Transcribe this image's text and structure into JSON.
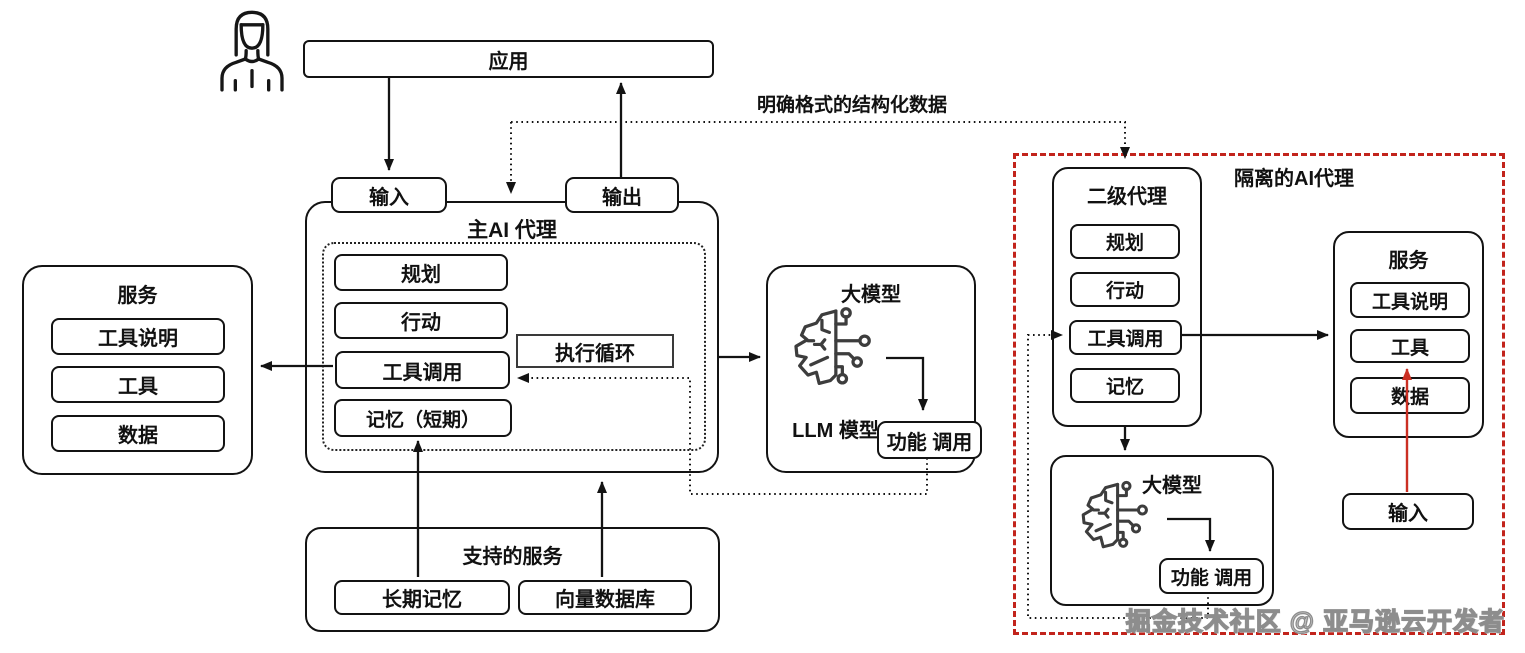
{
  "top": {
    "app": "应用",
    "input": "输入",
    "output": "输出",
    "structured_data_note": "明确格式的结构化数据"
  },
  "main_agent": {
    "title": "主AI 代理",
    "planning": "规划",
    "action": "行动",
    "tool_call": "工具调用",
    "memory_short": "记忆（短期）",
    "exec_loop": "执行循环"
  },
  "service_left": {
    "title": "服务",
    "tool_desc": "工具说明",
    "tool": "工具",
    "data": "数据"
  },
  "llm_main": {
    "title": "大模型",
    "model_label": "LLM 模型",
    "function_call": "功能 调用"
  },
  "support": {
    "title": "支持的服务",
    "long_term_memory": "长期记忆",
    "vector_db": "向量数据库"
  },
  "isolated": {
    "title": "隔离的AI代理",
    "secondary_agent": {
      "title": "二级代理",
      "planning": "规划",
      "action": "行动",
      "tool_call": "工具调用",
      "memory": "记忆"
    },
    "llm": {
      "title": "大模型",
      "function_call": "功能 调用"
    },
    "service": {
      "title": "服务",
      "tool_desc": "工具说明",
      "tool": "工具",
      "data": "数据"
    },
    "input": "输入"
  },
  "watermark": "掘金技术社区 @ 亚马逊云开发者",
  "icons": {
    "user": "person-icon",
    "brain": "brain-circuit-icon"
  },
  "colors": {
    "line": "#131313",
    "isolated_border": "#c2241c",
    "red_arrow": "#cb2f23",
    "watermark": "#8d8d8d"
  }
}
